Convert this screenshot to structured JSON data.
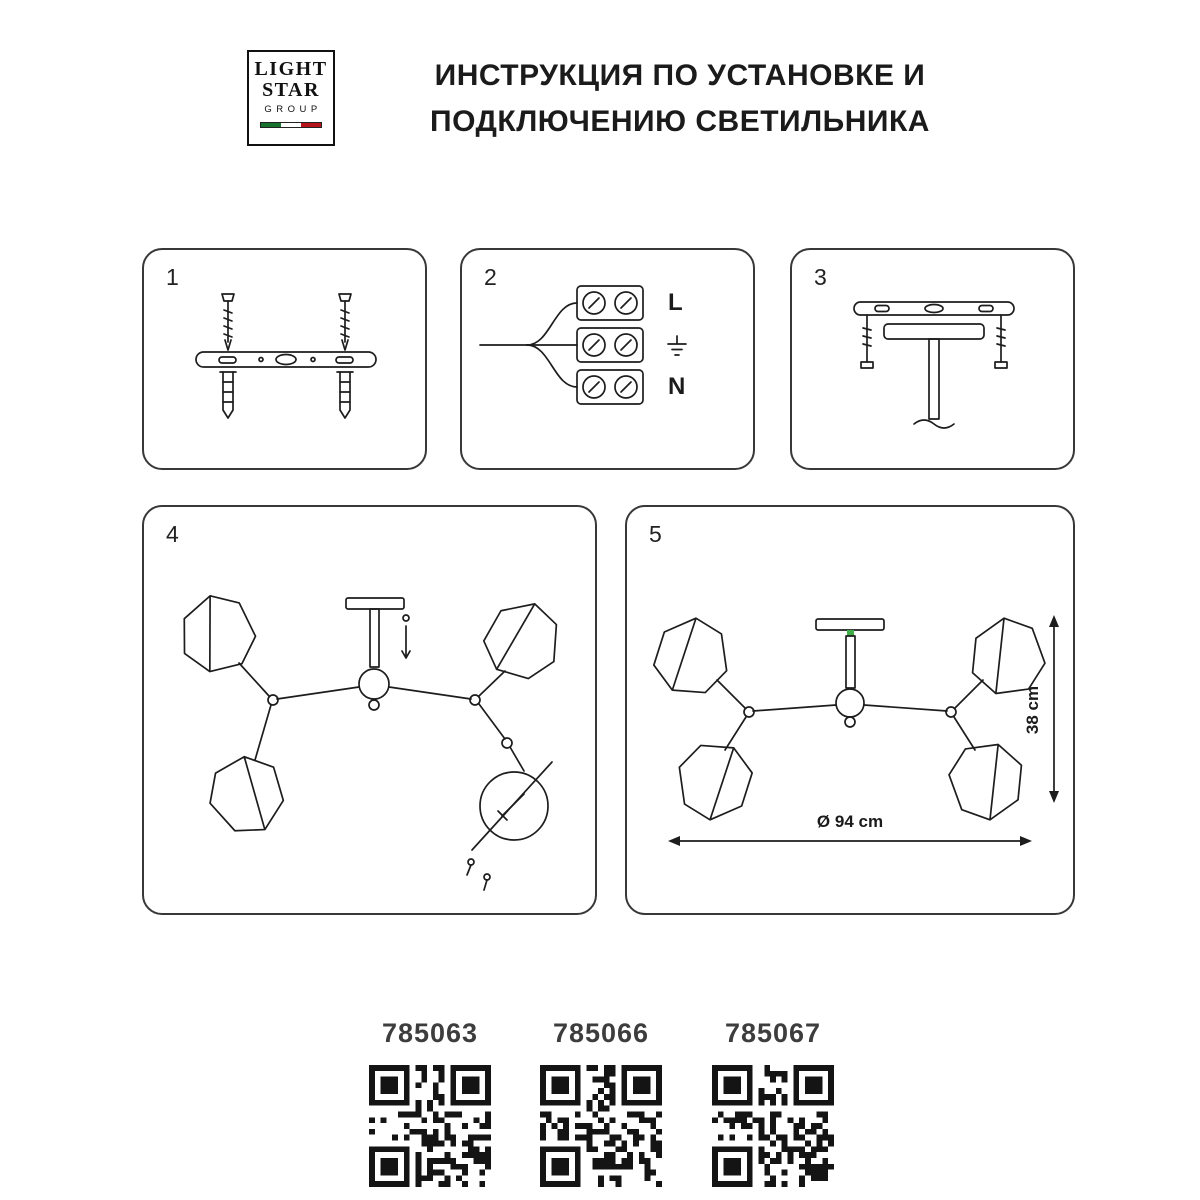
{
  "logo": {
    "word1": "LIGHT",
    "word2": "STAR",
    "word3": "GROUP"
  },
  "title": {
    "line1": "ИНСТРУКЦИЯ ПО УСТАНОВКЕ И",
    "line2": "ПОДКЛЮЧЕНИЮ СВЕТИЛЬНИКА"
  },
  "steps": [
    {
      "number": "1"
    },
    {
      "number": "2"
    },
    {
      "number": "3"
    },
    {
      "number": "4"
    },
    {
      "number": "5"
    }
  ],
  "wiring": {
    "live": "L",
    "neutral": "N",
    "ground_icon": "earth-ground-symbol"
  },
  "dimensions": {
    "height": "38 cm",
    "diameter": "Ø 94 cm"
  },
  "products": [
    {
      "code": "785063"
    },
    {
      "code": "785066"
    },
    {
      "code": "785067"
    }
  ],
  "colors": {
    "ink": "#1d1d1d",
    "flag_green": "#17722f",
    "flag_red": "#b5121b",
    "accent_green": "#3fae49"
  }
}
